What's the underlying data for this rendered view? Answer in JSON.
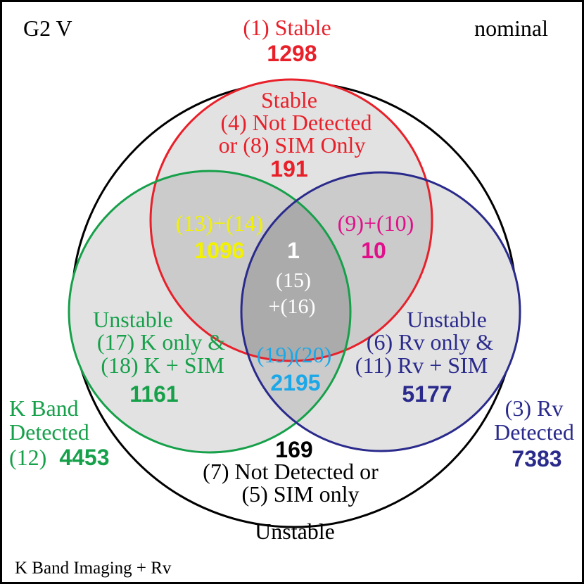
{
  "corner_labels": {
    "top_left": "G2 V",
    "top_right": "nominal",
    "bottom_left": "K Band Imaging + Rv"
  },
  "stable_header": {
    "label": "(1) Stable",
    "count": "1298"
  },
  "stable_circle": {
    "lines": [
      "Stable",
      "(4) Not Detected",
      "or (8) SIM Only"
    ],
    "count": "191"
  },
  "k_rv_stable_overlap": {
    "label": "(13)+(14)",
    "count": "1096"
  },
  "rv_stable_overlap": {
    "label": "(9)+(10)",
    "count": "10"
  },
  "center_overlap": {
    "count": "1",
    "lines": [
      "(15)",
      "+(16)"
    ]
  },
  "k_circle": {
    "lines": [
      "Unstable",
      "(17) K only &",
      "(18) K + SIM"
    ],
    "count": "1161"
  },
  "k_rv_overlap": {
    "label": "(19)(20)",
    "count": "2195"
  },
  "rv_circle": {
    "lines": [
      "Unstable",
      "(6) Rv only &",
      "(11) Rv + SIM"
    ],
    "count": "5177"
  },
  "k_band_total": {
    "lines": [
      "K Band",
      "Detected"
    ],
    "prefix": "(12)",
    "count": "4453"
  },
  "rv_total": {
    "lines": [
      "(3) Rv",
      "Detected"
    ],
    "count": "7383"
  },
  "outer_region": {
    "count": "169",
    "lines": [
      "(7) Not Detected or",
      "(5) SIM only"
    ],
    "footer": "Unstable"
  },
  "colors": {
    "stable": "#e8202a",
    "k_band": "#16a04a",
    "rv": "#2a2a8c",
    "yellow": "#f2f200",
    "magenta": "#e0108a",
    "cyan": "#1aa8e8",
    "fill": "#dcdcdc",
    "black": "#000000"
  }
}
